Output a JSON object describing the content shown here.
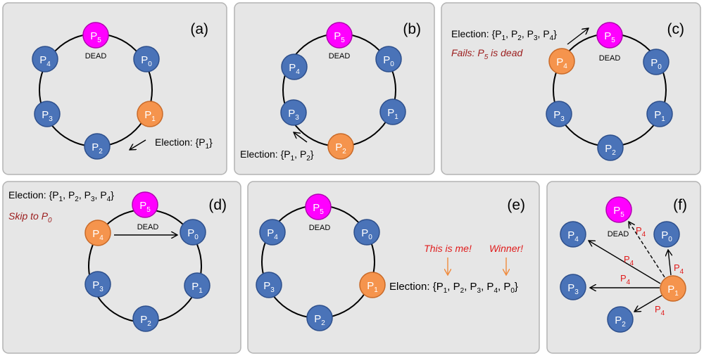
{
  "panels": [
    {
      "letter": "(a)",
      "dead": "DEAD",
      "election": "Election: {P",
      "sub1": "1",
      "close": "}"
    },
    {
      "letter": "(b)",
      "dead": "DEAD",
      "election": "Election: {P",
      "sub1": "1",
      "sep": ", P",
      "sub2": "2",
      "close": "}"
    },
    {
      "letter": "(c)",
      "dead": "DEAD",
      "election": "Election: {P",
      "subs": [
        "1",
        "2",
        "3",
        "4"
      ],
      "sep": ", P",
      "close": "}",
      "note_pre": "Fails: P",
      "note_sub": "5",
      "note_post": " is dead"
    },
    {
      "letter": "(d)",
      "dead": "DEAD",
      "election": "Election: {P",
      "subs": [
        "1",
        "2",
        "3",
        "4"
      ],
      "sep": ", P",
      "close": "}",
      "note_pre": "Skip to P",
      "note_sub": "0"
    },
    {
      "letter": "(e)",
      "dead": "DEAD",
      "election": "Election: {P",
      "subs": [
        "1",
        "2",
        "3",
        "4",
        "0"
      ],
      "sep": ", P",
      "close": "}",
      "note_me": "This is me!",
      "note_winner": "Winner!"
    },
    {
      "letter": "(f)",
      "dead": "DEAD",
      "edge_label": "P",
      "edge_sub": "4"
    }
  ],
  "node": {
    "prefix": "P",
    "ids": [
      "0",
      "1",
      "2",
      "3",
      "4",
      "5"
    ]
  },
  "colors": {
    "blue": "#4a73b8",
    "orange": "#f5944d",
    "magenta": "#ff00ff",
    "panel": "#e6e6e6",
    "note_dark": "#9b1c1c",
    "note_red": "#e01c1c"
  }
}
